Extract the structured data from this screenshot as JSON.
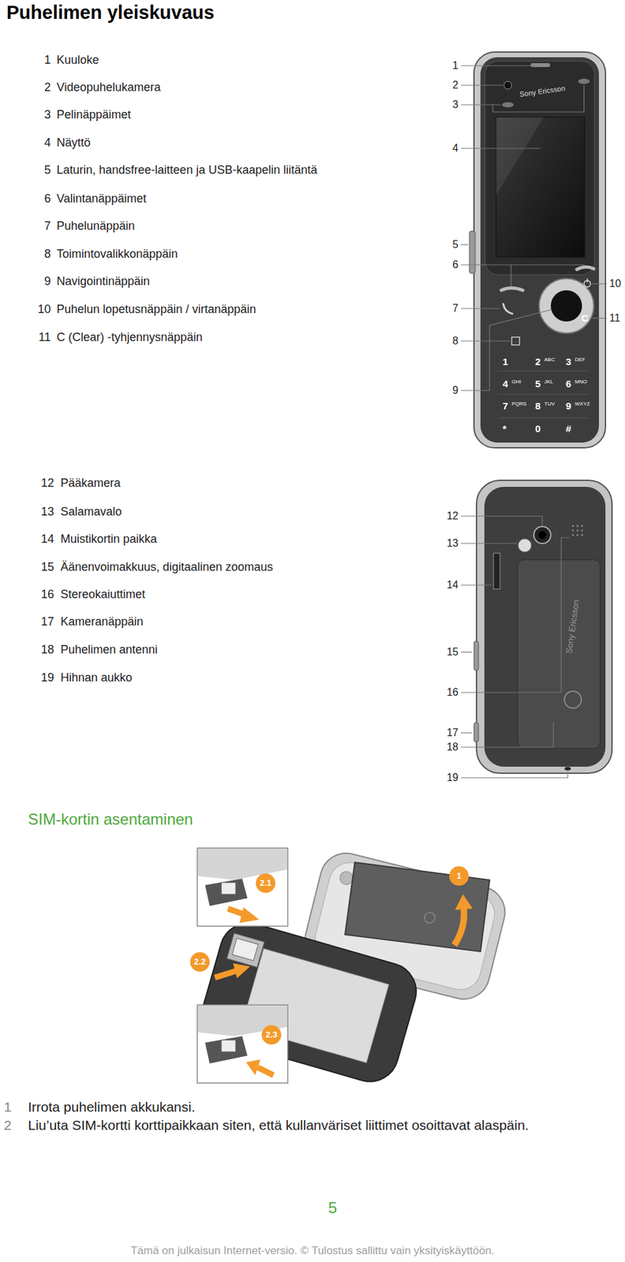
{
  "diagram": {
    "title": "Puhelimen yleiskuvaus",
    "labels": [
      "1",
      "Kuuloke",
      "2",
      "Videopuhelukamera",
      "3",
      "Pelinäppäimet",
      "4",
      "Näyttö",
      "5",
      "Laturin, handsfree-laitteen ja USB-kaapelin liitäntä",
      "6",
      "Valintanäppäimet",
      "7",
      "Puhelunäppäin",
      "8",
      "Toimintovalikkonäppäin",
      "9",
      "Navigointinäppäin",
      "10",
      "Puhelun lopetusnäppäin / virtanäppäin",
      "11",
      "C (Clear) -tyhjennysnäppäin",
      "1",
      "2",
      "3",
      "4",
      "5",
      "6",
      "7",
      "8",
      "9",
      "10",
      "11",
      "Sony Ericsson",
      "C",
      "1",
      "2",
      "ABC",
      "3",
      "DEF",
      "4",
      "GHI",
      "5",
      "JKL",
      "6",
      "MNO",
      "7",
      "PQRS",
      "8",
      "TUV",
      "9",
      "WXYZ",
      "*",
      "0",
      "#",
      "12",
      "Pääkamera",
      "13",
      "Salamavalo",
      "14",
      "Muistikortin paikka",
      "15",
      "Äänenvoimakkuus, digitaalinen zoomaus",
      "16",
      "Stereokaiuttimet",
      "17",
      "Kameranäppäin",
      "18",
      "Puhelimen antenni",
      "19",
      "Hihnan aukko",
      "12",
      "13",
      "14",
      "15",
      "16",
      "17",
      "18",
      "19",
      "Sony Ericsson",
      "SIM-kortin asentaminen",
      "2.1",
      "1",
      "2.2",
      "2.3",
      "1",
      "Irrota puhelimen akkukansi.",
      "2",
      "Liu’uta SIM-kortti korttipaikkaan siten, että kullanväriset liittimet osoittavat alaspäin.",
      "5",
      "Tämä on julkaisun Internet-versio. © Tulostus sallittu vain yksityiskäyttöön."
    ]
  }
}
